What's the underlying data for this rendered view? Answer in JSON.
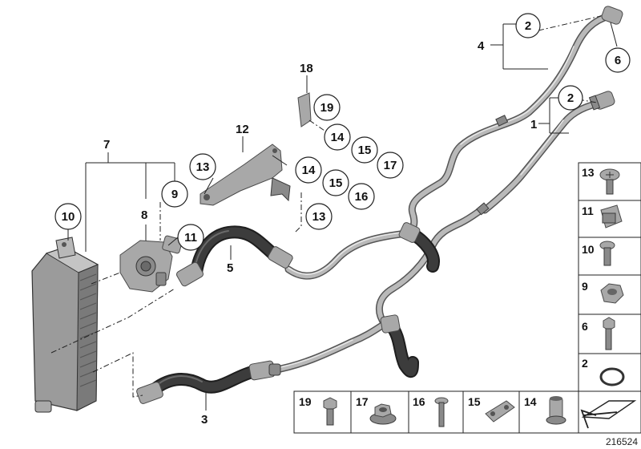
{
  "diagram_id": "216524",
  "callouts": {
    "c1": "1",
    "c2a": "2",
    "c2b": "2",
    "c3": "3",
    "c4": "4",
    "c5": "5",
    "c6": "6",
    "c7": "7",
    "c8": "8",
    "c9": "9",
    "c10": "10",
    "c11": "11",
    "c12": "12",
    "c13a": "13",
    "c13b": "13",
    "c14a": "14",
    "c14b": "14",
    "c15a": "15",
    "c15b": "15",
    "c16": "16",
    "c17": "17",
    "c18": "18",
    "c19": "19"
  },
  "legend_side": [
    {
      "num": "13",
      "icon": "screw-icon"
    },
    {
      "num": "11",
      "icon": "clip-icon"
    },
    {
      "num": "10",
      "icon": "bolt-icon"
    },
    {
      "num": "9",
      "icon": "nut-icon"
    },
    {
      "num": "6",
      "icon": "bolt-icon"
    },
    {
      "num": "2",
      "icon": "o-ring-icon"
    }
  ],
  "legend_bottom": [
    {
      "num": "19",
      "icon": "hex-bolt-icon"
    },
    {
      "num": "17",
      "icon": "flange-nut-icon"
    },
    {
      "num": "16",
      "icon": "screw-icon"
    },
    {
      "num": "15",
      "icon": "pipe-clamp-icon"
    },
    {
      "num": "14",
      "icon": "sleeve-icon"
    },
    {
      "num": "",
      "icon": "arrow-icon"
    }
  ]
}
